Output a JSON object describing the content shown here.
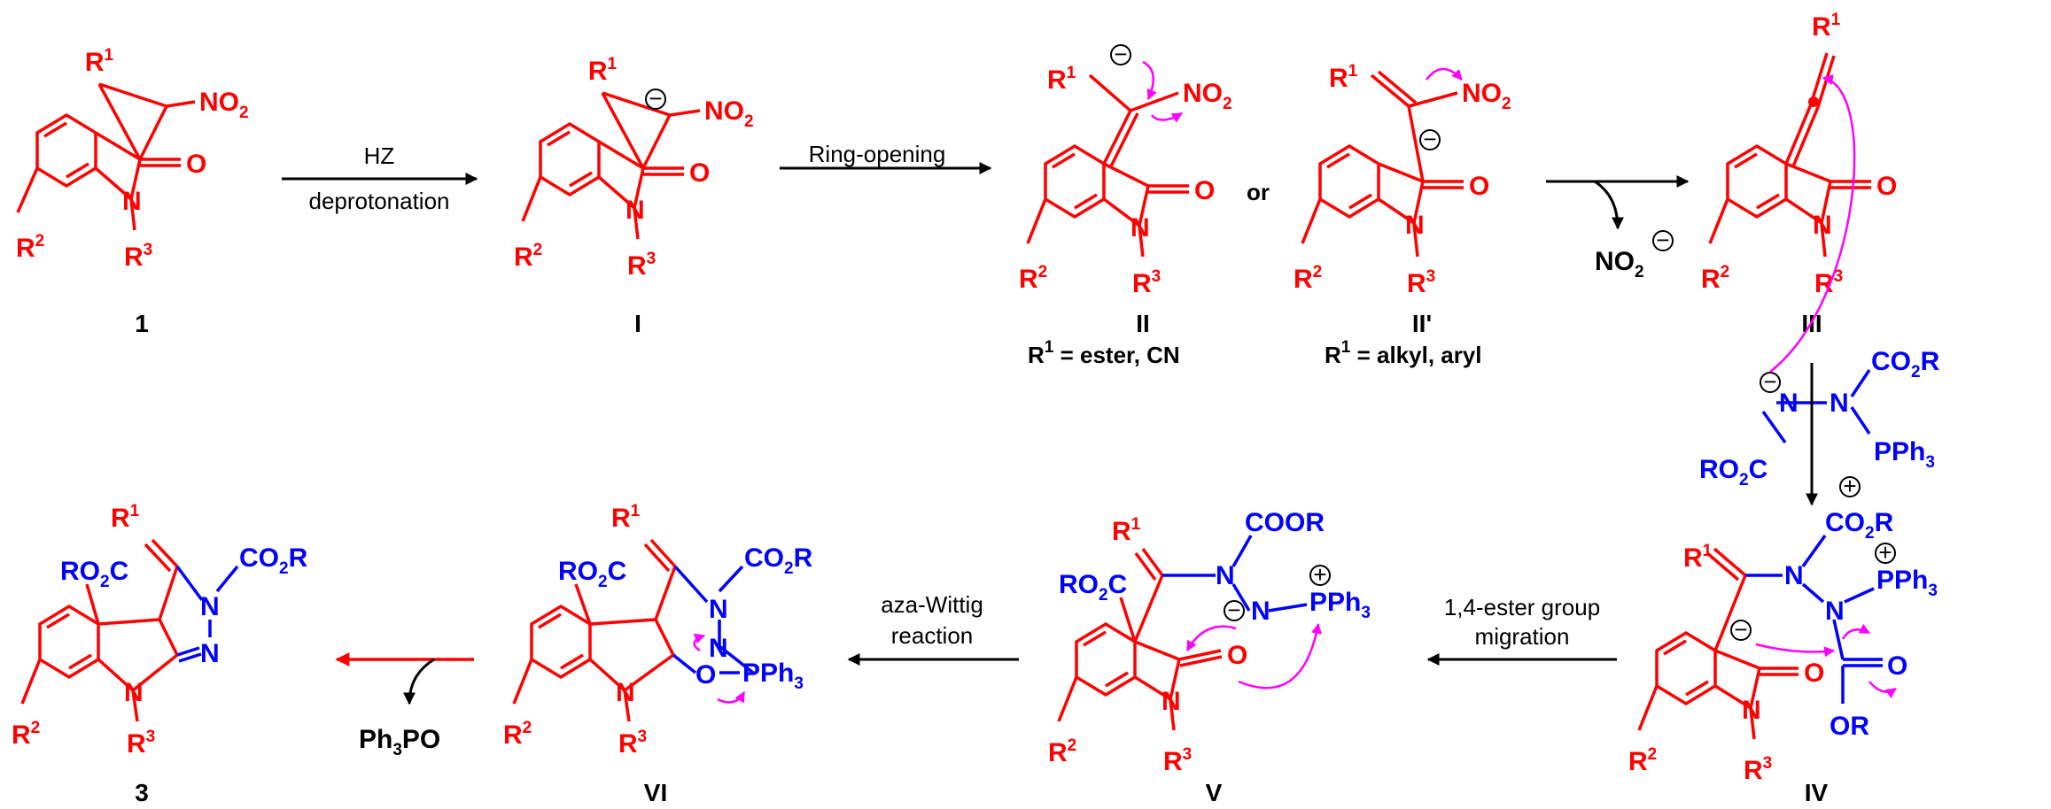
{
  "labels": {
    "c1": "1",
    "cI": "I",
    "cII": "II",
    "cIIp": "II'",
    "cIII": "III",
    "cIV": "IV",
    "cV": "V",
    "cVI": "VI",
    "c3": "3"
  },
  "conditions": {
    "step1_top": "HZ",
    "step1_bottom": "deprotonation",
    "step2_top": "Ring-opening",
    "or": "or",
    "step5_top": "1,4-ester group",
    "step5_bottom": "migration",
    "step6_top": "aza-Wittig",
    "step6_bottom": "reaction"
  },
  "notes": {
    "II_r1": "R",
    "II_r1_sup": "1",
    "II_text": " = ester, CN",
    "IIp_text": " = alkyl, aryl"
  },
  "byproducts": {
    "nitrite": "NO",
    "nitrite_sub": "2",
    "ph3po_a": "Ph",
    "ph3po_sub": "3",
    "ph3po_b": "PO"
  },
  "atoms": {
    "R": "R",
    "s1": "1",
    "s2": "2",
    "s3": "3",
    "NO": "NO",
    "N": "N",
    "O": "O",
    "CO": "CO",
    "COOR": "COOR",
    "RO": "RO",
    "C": "C",
    "PPh": "PPh",
    "OR": "OR",
    "P": "P"
  },
  "charges": {
    "minus": "−",
    "plus": "+"
  },
  "colors": {
    "red": "#ff0000",
    "blue": "#0000ff",
    "magenta": "#ff00ff",
    "black": "#000000"
  }
}
